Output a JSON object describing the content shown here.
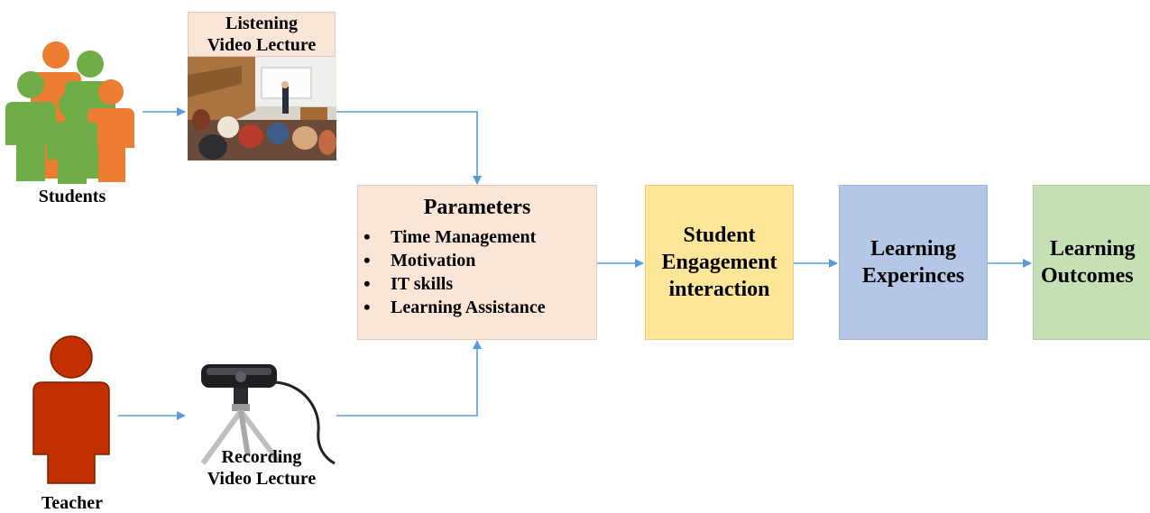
{
  "students": {
    "label": "Students"
  },
  "teacher": {
    "label": "Teacher"
  },
  "listening": {
    "label_line1": "Listening",
    "label_line2": "Video Lecture"
  },
  "recording": {
    "label_line1": "Recording",
    "label_line2": "Video Lecture"
  },
  "parameters": {
    "title": "Parameters",
    "items": [
      "Time Management",
      "Motivation",
      "IT skills",
      "Learning Assistance"
    ]
  },
  "engagement": {
    "line1": "Student",
    "line2": "Engagement",
    "line3": "interaction"
  },
  "experiences": {
    "line1": "Learning",
    "line2": "Experinces"
  },
  "outcomes": {
    "line1": "Learning",
    "line2": "Outcomes"
  },
  "colors": {
    "arrow": "#5b9bd5",
    "students_green": "#70ad47",
    "students_orange": "#ed7d31",
    "teacher_red": "#c03000",
    "parameters_fill": "#fbe5d6",
    "engagement_fill": "#ffe699",
    "experiences_fill": "#b4c7e7",
    "outcomes_fill": "#c5e0b4"
  }
}
